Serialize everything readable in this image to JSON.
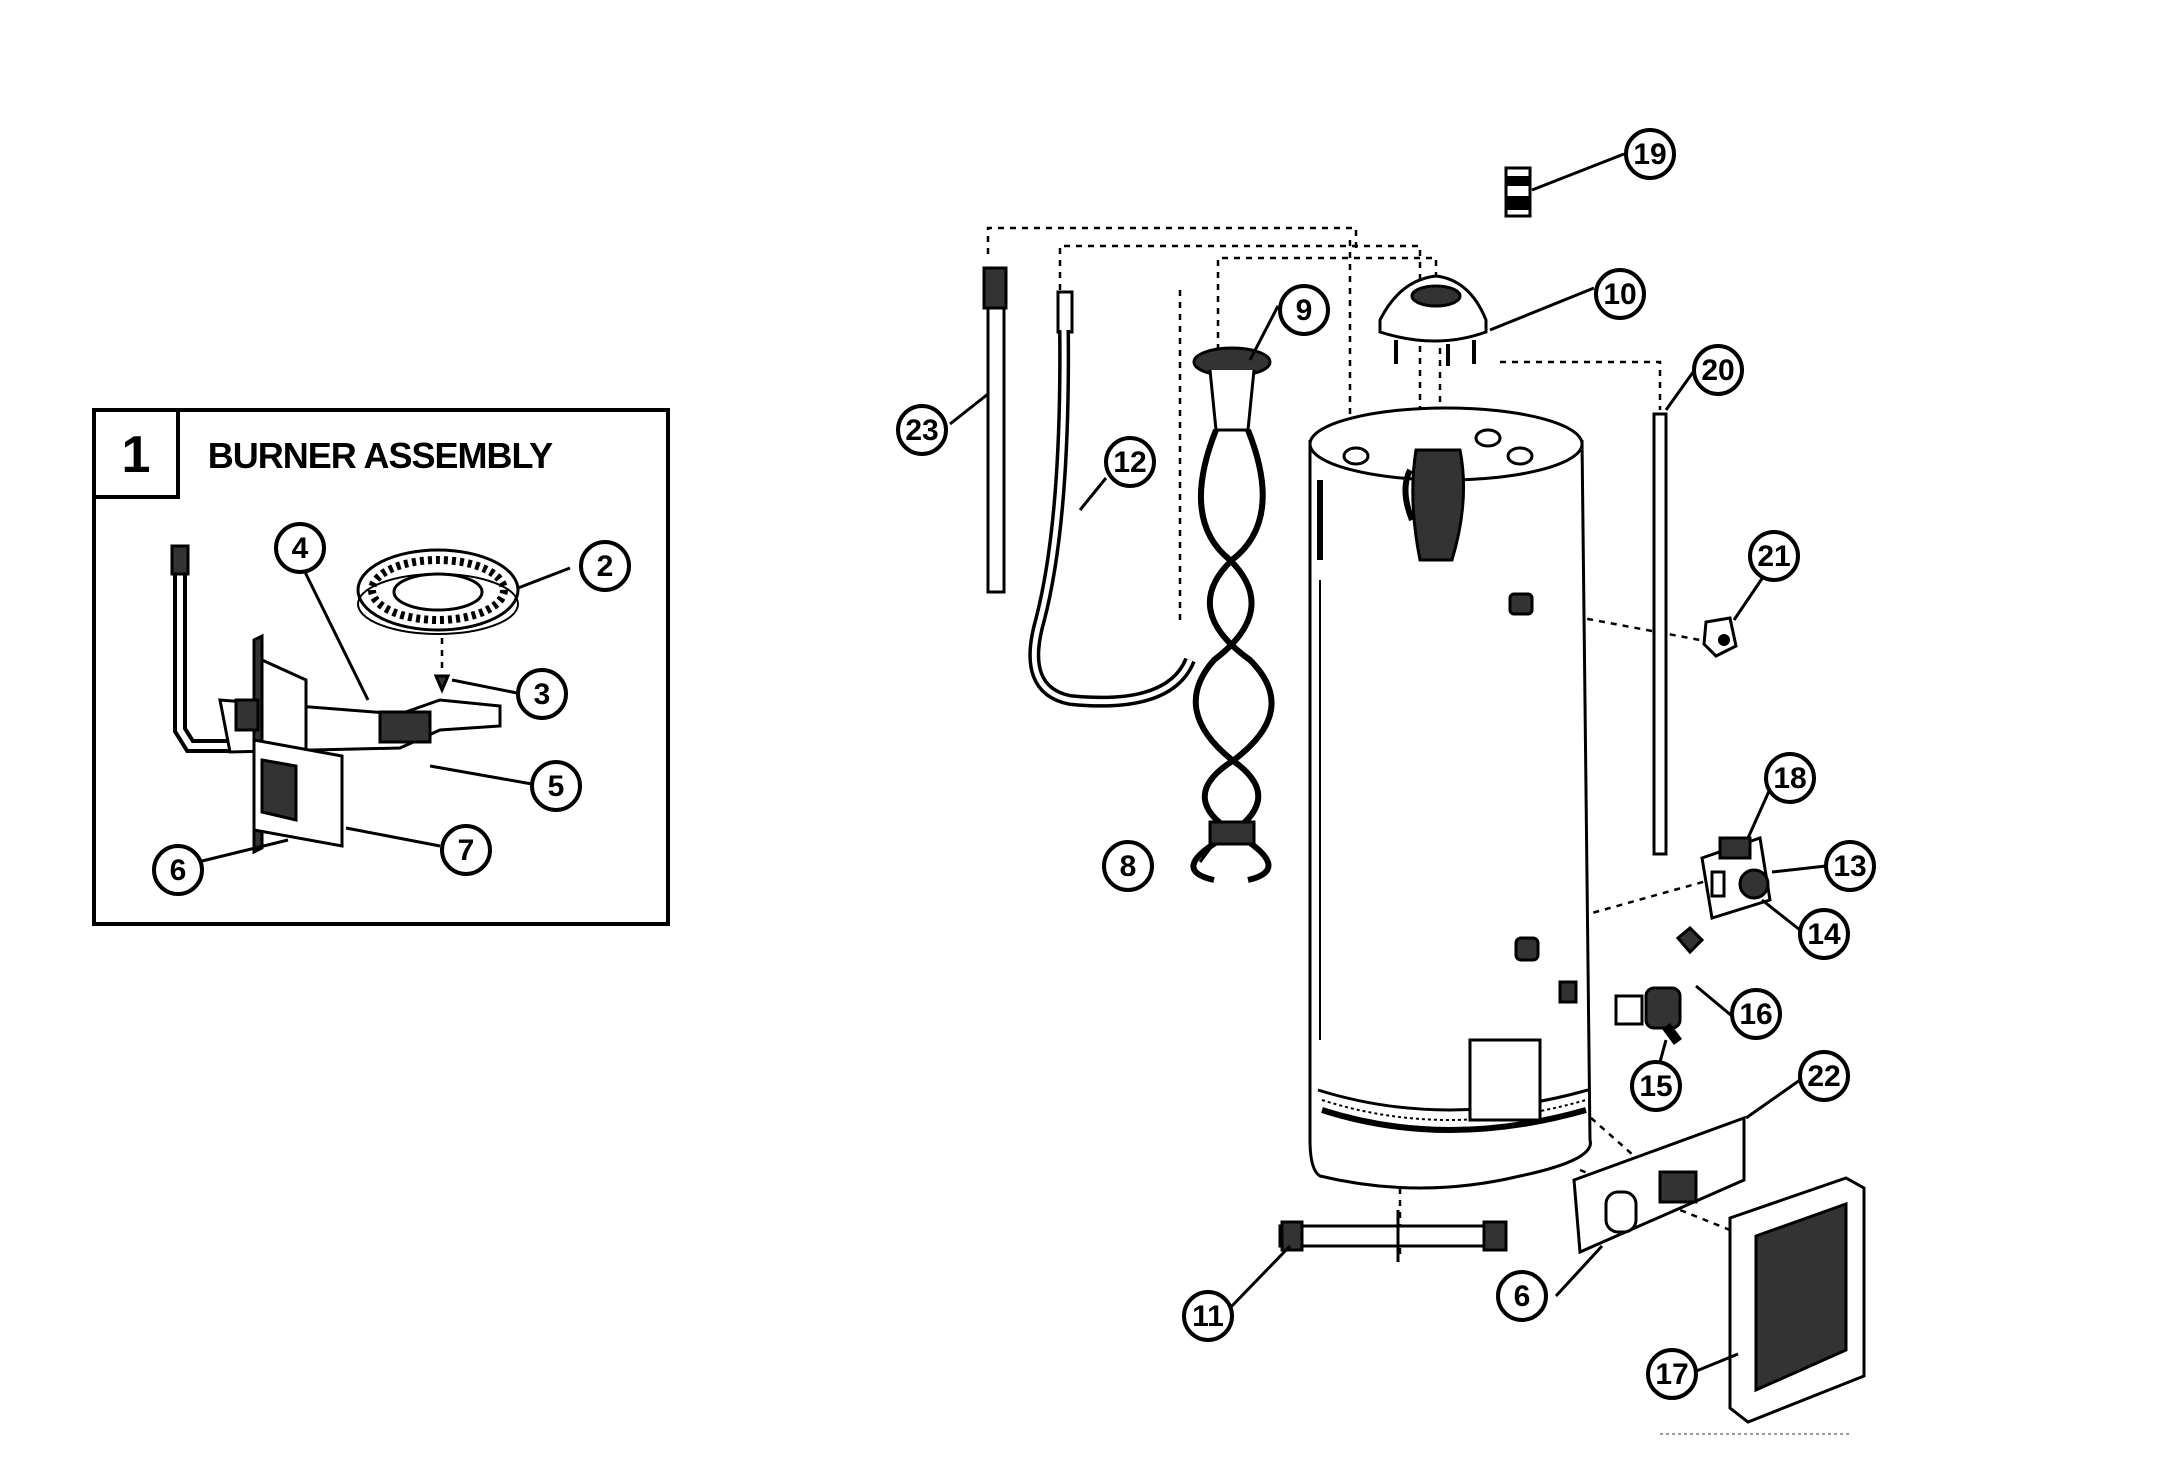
{
  "inset": {
    "number": "1",
    "title": "BURNER ASSEMBLY"
  },
  "callouts": [
    {
      "id": "inset-2",
      "label": "2"
    },
    {
      "id": "inset-3",
      "label": "3"
    },
    {
      "id": "inset-4",
      "label": "4"
    },
    {
      "id": "inset-5",
      "label": "5"
    },
    {
      "id": "inset-6",
      "label": "6"
    },
    {
      "id": "inset-7",
      "label": "7"
    },
    {
      "id": "main-6",
      "label": "6"
    },
    {
      "id": "main-8",
      "label": "8"
    },
    {
      "id": "main-9",
      "label": "9"
    },
    {
      "id": "main-10",
      "label": "10"
    },
    {
      "id": "main-11",
      "label": "11"
    },
    {
      "id": "main-12",
      "label": "12"
    },
    {
      "id": "main-13",
      "label": "13"
    },
    {
      "id": "main-14",
      "label": "14"
    },
    {
      "id": "main-15",
      "label": "15"
    },
    {
      "id": "main-16",
      "label": "16"
    },
    {
      "id": "main-17",
      "label": "17"
    },
    {
      "id": "main-18",
      "label": "18"
    },
    {
      "id": "main-19",
      "label": "19"
    },
    {
      "id": "main-20",
      "label": "20"
    },
    {
      "id": "main-21",
      "label": "21"
    },
    {
      "id": "main-22",
      "label": "22"
    },
    {
      "id": "main-23",
      "label": "23"
    }
  ]
}
